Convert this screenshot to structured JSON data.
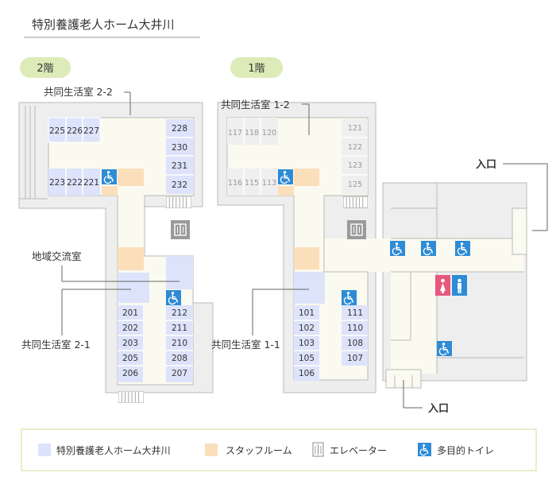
{
  "title": "特別養護老人ホーム大井川",
  "floor2": {
    "label": "2階",
    "labels": {
      "room_2_2": "共同生活室 2-2",
      "community": "地域交流室",
      "room_2_1": "共同生活室 2-1"
    },
    "rooms_top_left": [
      "225",
      "226",
      "227"
    ],
    "rooms_mid_left": [
      "223",
      "222",
      "221"
    ],
    "rooms_right_top": [
      "228",
      "230",
      "231",
      "232"
    ],
    "rooms_bottom_left": [
      "201",
      "202",
      "203",
      "205",
      "206"
    ],
    "rooms_bottom_right": [
      "212",
      "211",
      "210",
      "208",
      "207"
    ]
  },
  "floor1": {
    "label": "1階",
    "labels": {
      "room_1_2": "共同生活室 1-2",
      "room_1_1": "共同生活室 1-1",
      "entrance_top": "入口",
      "entrance_bottom": "入口"
    },
    "rooms_top_left": [
      "117",
      "118",
      "120"
    ],
    "rooms_mid_left": [
      "116",
      "115",
      "113"
    ],
    "rooms_right_top": [
      "121",
      "122",
      "123",
      "125"
    ],
    "rooms_bottom_left": [
      "101",
      "102",
      "103",
      "105",
      "106"
    ],
    "rooms_bottom_right": [
      "111",
      "110",
      "108",
      "107"
    ]
  },
  "legend": [
    {
      "label": "特別養護老人ホーム大井川",
      "icon": "blue-swatch",
      "color": "#dde3fa"
    },
    {
      "label": "スタッフルーム",
      "icon": "orange-swatch",
      "color": "#fbdfbb"
    },
    {
      "label": "エレベーター",
      "icon": "elevator-icon"
    },
    {
      "label": "多目的トイレ",
      "icon": "wheelchair-icon",
      "color": "#2e8bd6"
    }
  ],
  "colors": {
    "wall": "#eeeeee",
    "wall_stroke": "#b9b9b9",
    "corridor": "#fbfaf0",
    "resident": "#dde3fa",
    "staff": "#fbdfbb",
    "pill": "#dcebb8",
    "elevator": "#9a9a9a",
    "accessible": "#2e8bd6",
    "wc_female": "#e8577d",
    "wc_male": "#2e8bd6"
  }
}
